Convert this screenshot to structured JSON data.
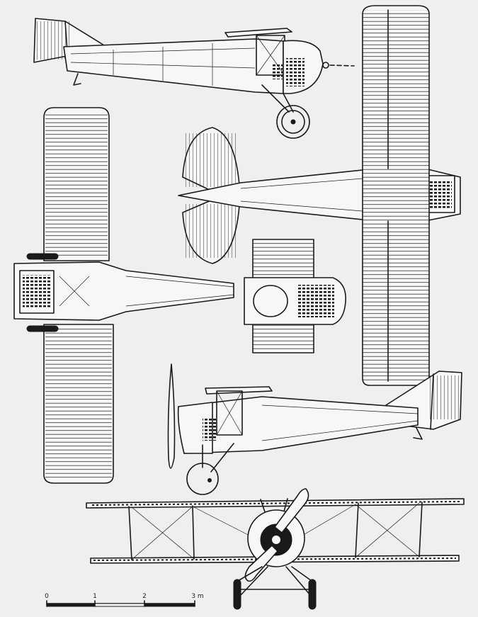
{
  "scale_bar": {
    "labels": [
      "0",
      "1",
      "2",
      "3 m"
    ]
  }
}
